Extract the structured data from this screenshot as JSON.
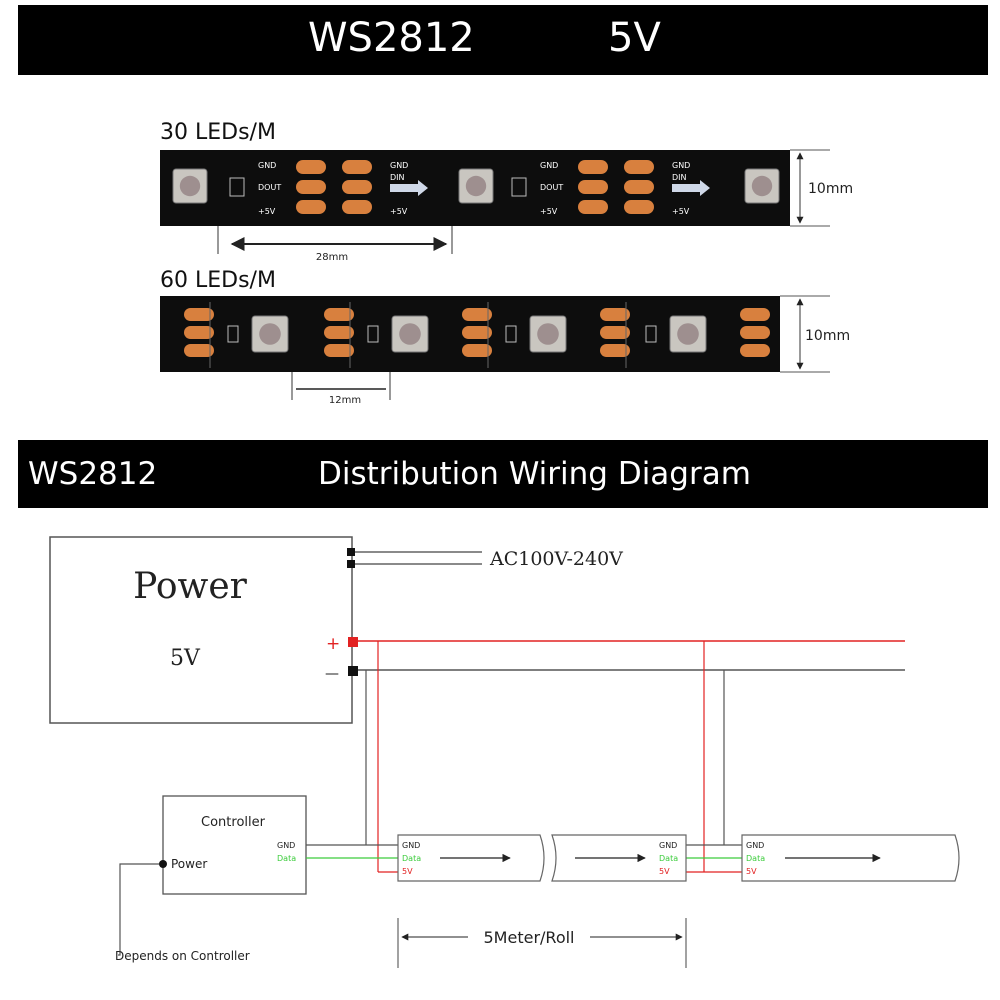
{
  "header": {
    "model": "WS2812",
    "voltage": "5V"
  },
  "strip_30": {
    "label": "30 LEDs/M",
    "pad_labels": {
      "gnd": "GND",
      "dout": "DOUT",
      "din": "DIN",
      "vcc": "+5V"
    },
    "pitch": "28mm",
    "width": "10mm"
  },
  "strip_60": {
    "label": "60 LEDs/M",
    "pitch": "12mm",
    "width": "10mm"
  },
  "section": {
    "model": "WS2812",
    "title": "Distribution Wiring Diagram"
  },
  "wiring": {
    "power_title": "Power",
    "power_voltage": "5V",
    "ac_input": "AC100V-240V",
    "plus": "+",
    "minus": "—",
    "controller_title": "Controller",
    "controller_power": "Power",
    "controller_pins": {
      "gnd": "GND",
      "data": "Data"
    },
    "strip_pins": {
      "gnd": "GND",
      "data": "Data",
      "vcc": "5V"
    },
    "depends_note": "Depends on Controller",
    "roll_length": "5Meter/Roll"
  },
  "colors": {
    "banner": "#000000",
    "pcb": "#0d0d0d",
    "pad": "#d8803e",
    "positive": "#e22222",
    "data": "#3ccc3c",
    "wire": "#555555"
  }
}
